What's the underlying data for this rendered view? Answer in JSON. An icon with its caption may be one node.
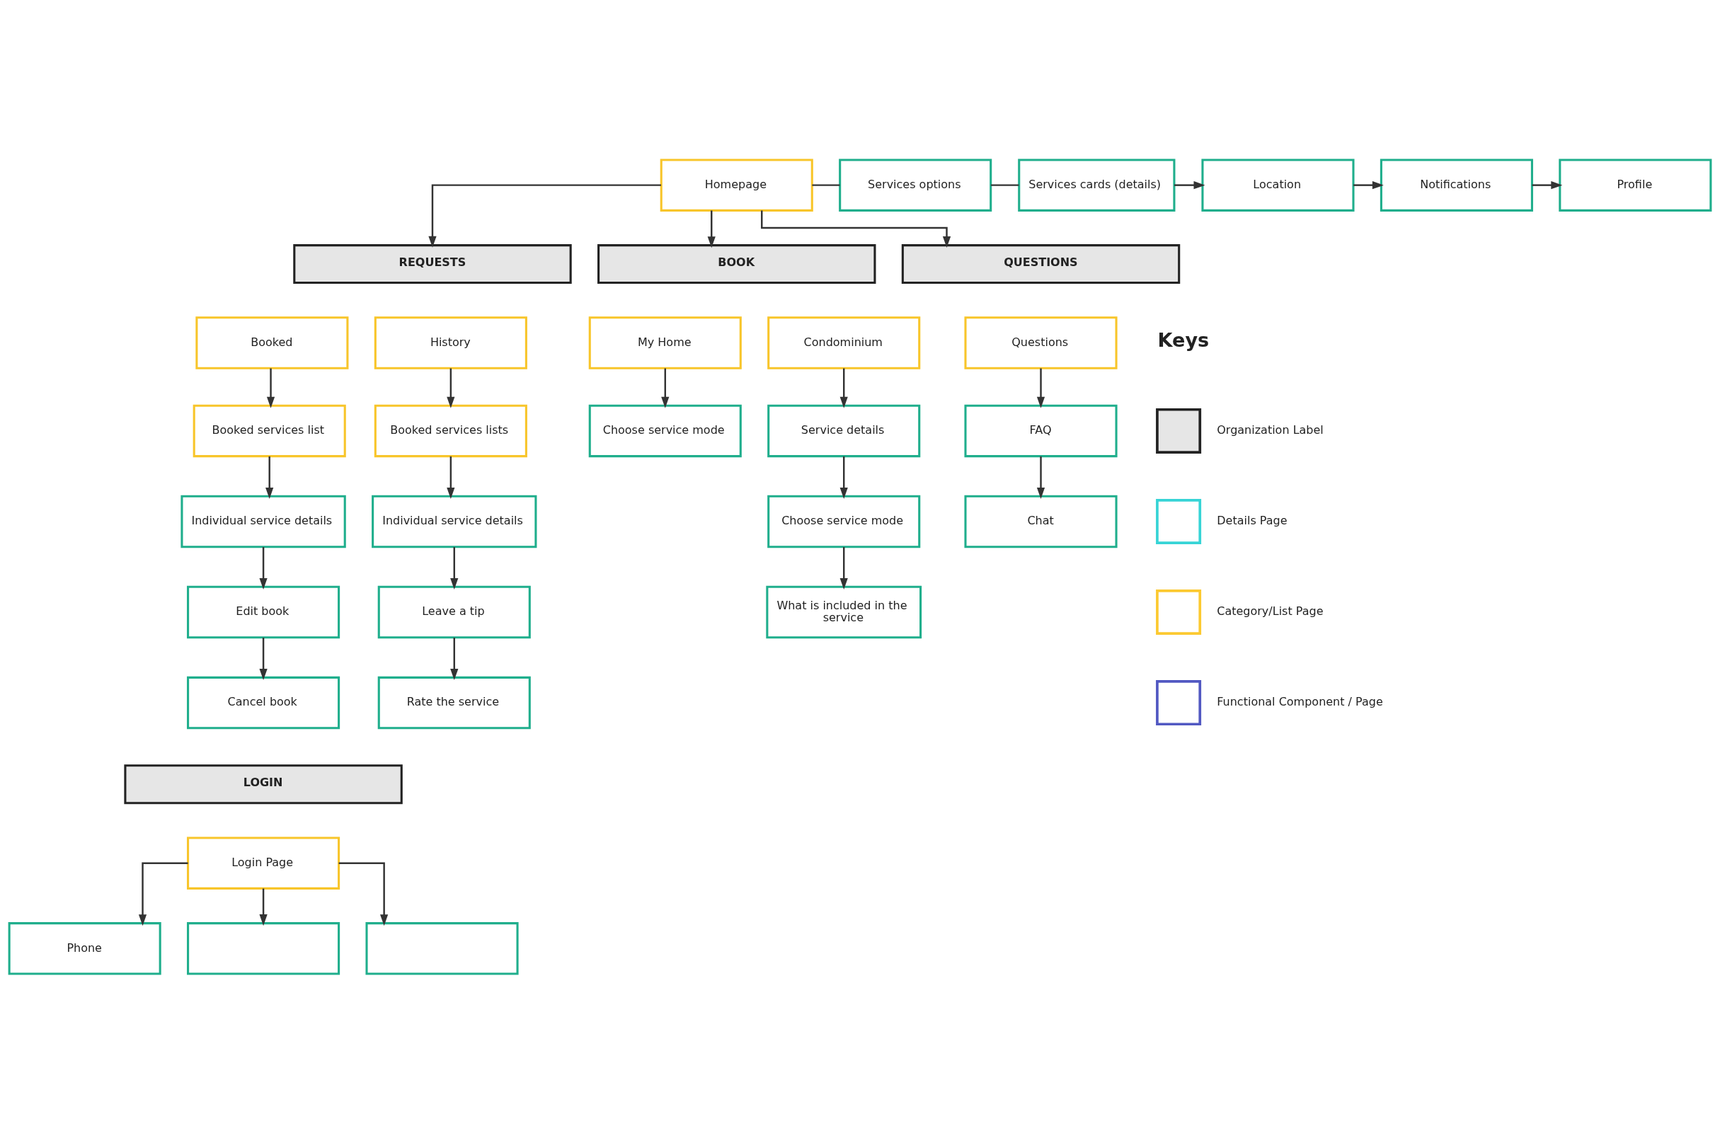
{
  "diagram": {
    "nodes": [
      {
        "text": [
          "Homepage"
        ]
      },
      {
        "text": [
          "Services options"
        ]
      },
      {
        "text": [
          "Services cards (details)"
        ]
      },
      {
        "text": [
          "Location"
        ]
      },
      {
        "text": [
          "Notifications"
        ]
      },
      {
        "text": [
          "Profile"
        ]
      },
      {
        "text": [
          "REQUESTS"
        ]
      },
      {
        "text": [
          "BOOK"
        ]
      },
      {
        "text": [
          "QUESTIONS"
        ]
      },
      {
        "text": [
          "Booked"
        ]
      },
      {
        "text": [
          "History"
        ]
      },
      {
        "text": [
          "My Home"
        ]
      },
      {
        "text": [
          "Condominium"
        ]
      },
      {
        "text": [
          "Questions"
        ]
      },
      {
        "text": [
          "Booked services list"
        ]
      },
      {
        "text": [
          "Booked services lists"
        ]
      },
      {
        "text": [
          "Choose service mode"
        ]
      },
      {
        "text": [
          "Service details"
        ]
      },
      {
        "text": [
          "FAQ"
        ]
      },
      {
        "text": [
          "Individual service details"
        ]
      },
      {
        "text": [
          "Individual service details"
        ]
      },
      {
        "text": [
          "Choose service mode"
        ]
      },
      {
        "text": [
          "Chat"
        ]
      },
      {
        "text": [
          "Edit book"
        ]
      },
      {
        "text": [
          "Leave a tip"
        ]
      },
      {
        "text": [
          "What is included in the service"
        ]
      },
      {
        "text": [
          "Cancel book"
        ]
      },
      {
        "text": [
          "Rate the service"
        ]
      },
      {
        "text": [
          "LOGIN"
        ]
      },
      {
        "text": [
          "Login Page"
        ]
      },
      {
        "text": [
          "Phone"
        ]
      },
      {
        "text": [],
        "shape": "box"
      },
      {
        "text": [],
        "shape": "box"
      }
    ],
    "edges": [
      {
        "from": 0,
        "to": 1,
        "arrow": "none"
      },
      {
        "from": 1,
        "to": 2,
        "arrow": "none"
      },
      {
        "from": 2,
        "to": 3,
        "arrow": "to"
      },
      {
        "from": 3,
        "to": 4,
        "arrow": "to"
      },
      {
        "from": 4,
        "to": 5,
        "arrow": "to"
      },
      {
        "from": 0,
        "to": 6,
        "arrow": "to"
      },
      {
        "from": 0,
        "to": 7,
        "arrow": "to"
      },
      {
        "from": 0,
        "to": 8,
        "arrow": "to"
      },
      {
        "from": 9,
        "to": 14,
        "arrow": "to"
      },
      {
        "from": 14,
        "to": 19,
        "arrow": "to"
      },
      {
        "from": 19,
        "to": 23,
        "arrow": "to"
      },
      {
        "from": 23,
        "to": 26,
        "arrow": "to"
      },
      {
        "from": 10,
        "to": 15,
        "arrow": "to"
      },
      {
        "from": 15,
        "to": 20,
        "arrow": "to"
      },
      {
        "from": 20,
        "to": 24,
        "arrow": "to"
      },
      {
        "from": 24,
        "to": 27,
        "arrow": "to"
      },
      {
        "from": 11,
        "to": 16,
        "arrow": "to"
      },
      {
        "from": 12,
        "to": 17,
        "arrow": "to"
      },
      {
        "from": 17,
        "to": 21,
        "arrow": "to"
      },
      {
        "from": 21,
        "to": 25,
        "arrow": "to"
      },
      {
        "from": 13,
        "to": 18,
        "arrow": "to"
      },
      {
        "from": 18,
        "to": 22,
        "arrow": "to"
      },
      {
        "from": 29,
        "to": 30,
        "arrow": "to"
      },
      {
        "from": 29,
        "to": 31,
        "arrow": "to"
      },
      {
        "from": 29,
        "to": 32,
        "arrow": "to"
      }
    ],
    "labels": [
      "Keys"
    ],
    "legend": [
      {
        "text": "Organization Label",
        "color": "#e6e6e6"
      },
      {
        "text": "Details Page",
        "color": "#36d4d6"
      },
      {
        "text": "Category/List Page",
        "color": "#fcc930"
      },
      {
        "text": "Functional Component / Page",
        "color": "#5158c2"
      }
    ]
  }
}
